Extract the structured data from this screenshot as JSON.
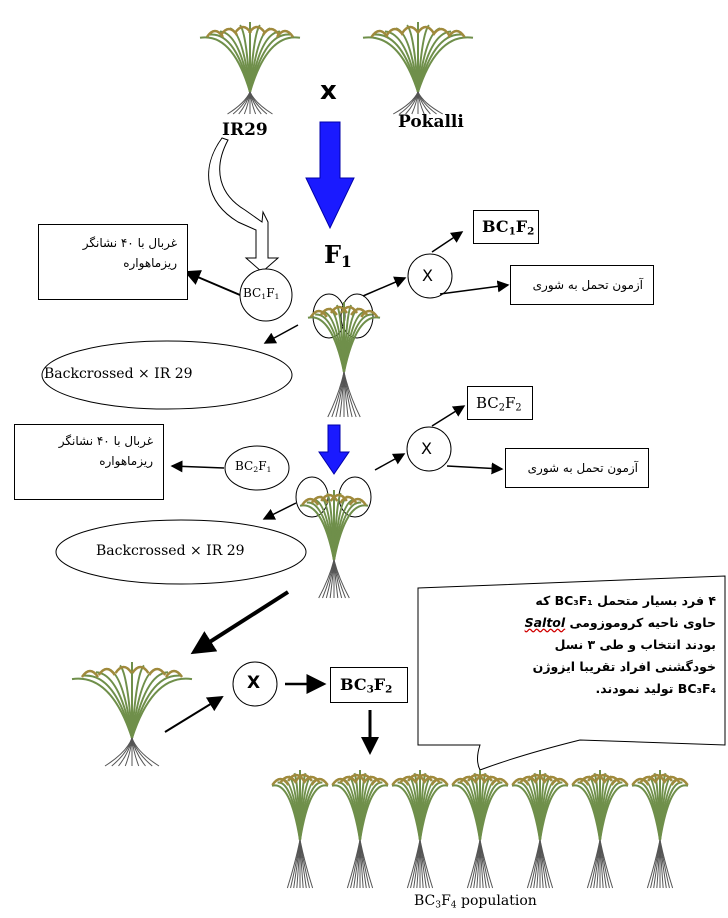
{
  "parents": {
    "left_label": "IR29",
    "right_label": "Pokalli",
    "cross_symbol": "x"
  },
  "generation_f1": {
    "label_main": "F",
    "label_sub": "1"
  },
  "bc1": {
    "node_main": "BC",
    "node_sub1": "1",
    "node_mid": "F",
    "node_sub2": "1",
    "selfed_main": "BC",
    "selfed_sub1": "1",
    "selfed_mid": "F",
    "selfed_sub2": "2",
    "screen_text": "غربال با ۴۰ نشانگر ریزماهواره",
    "test_text": "آزمون تحمل به شوری",
    "backcross_text": "Backcrossed × IR 29",
    "self_symbol": "X"
  },
  "bc2": {
    "node_main": "BC",
    "node_sub1": "2",
    "node_mid": "F",
    "node_sub2": "1",
    "selfed_main": "BC",
    "selfed_sub1": "2",
    "selfed_mid": "F",
    "selfed_sub2": "2",
    "screen_text": "غربال با ۴۰ نشانگر ریزماهواره",
    "test_text": "آزمون تحمل به شوری",
    "backcross_text": "Backcrossed × IR 29",
    "self_symbol": "X"
  },
  "bc3": {
    "self_symbol": "X",
    "selfed_main": "BC",
    "selfed_sub1": "3",
    "selfed_mid": "F",
    "selfed_sub2": "2",
    "callout_line1": "۴ فرد بسیار متحمل BC₃F₁ که",
    "callout_line2_pre": "حاوی ناحیه کروموزومی ",
    "callout_line2_em": "Saltol",
    "callout_line3": "بودند انتخاب و طی ۳ نسل",
    "callout_line4": "خودگشنی افراد تقریبا ایزوژن",
    "callout_line5": "BC₃F₄ تولید نمودند.",
    "population_main": "BC",
    "population_sub1": "3",
    "population_mid": "F",
    "population_sub2": "4",
    "population_tail": " population"
  },
  "colors": {
    "blue_arrow": "#1a1aff",
    "plant_leaf": "#6f8f4a",
    "plant_panicle": "#a08a3c",
    "root": "#555555"
  }
}
